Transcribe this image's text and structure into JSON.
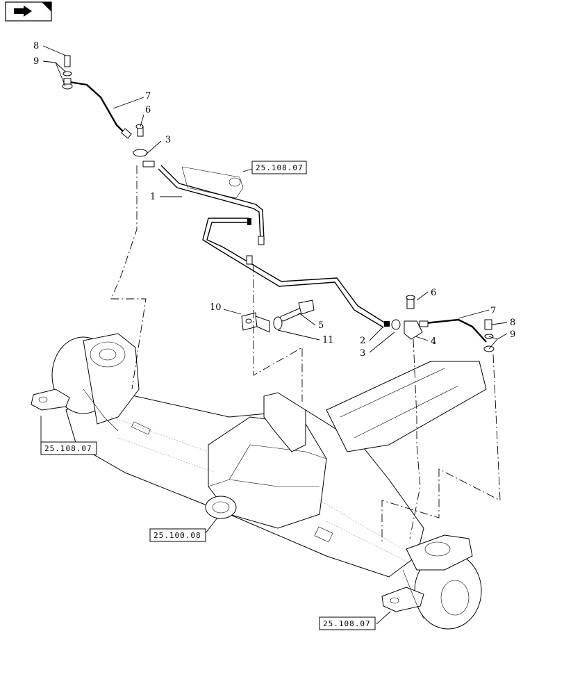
{
  "nav_icon": {
    "name": "forward-arrow-icon"
  },
  "callouts": {
    "c8a": "8",
    "c9a": "9",
    "c7a": "7",
    "c6a": "6",
    "c3a": "3",
    "c1": "1",
    "c10": "10",
    "c5": "5",
    "c11": "11",
    "c2": "2",
    "c3b": "3",
    "c4": "4",
    "c6b": "6",
    "c7b": "7",
    "c8b": "8",
    "c9b": "9"
  },
  "references": {
    "ref_upper": "25.108.07",
    "ref_left": "25.108.07",
    "ref_center": "25.100.08",
    "ref_bottom": "25.108.07"
  }
}
